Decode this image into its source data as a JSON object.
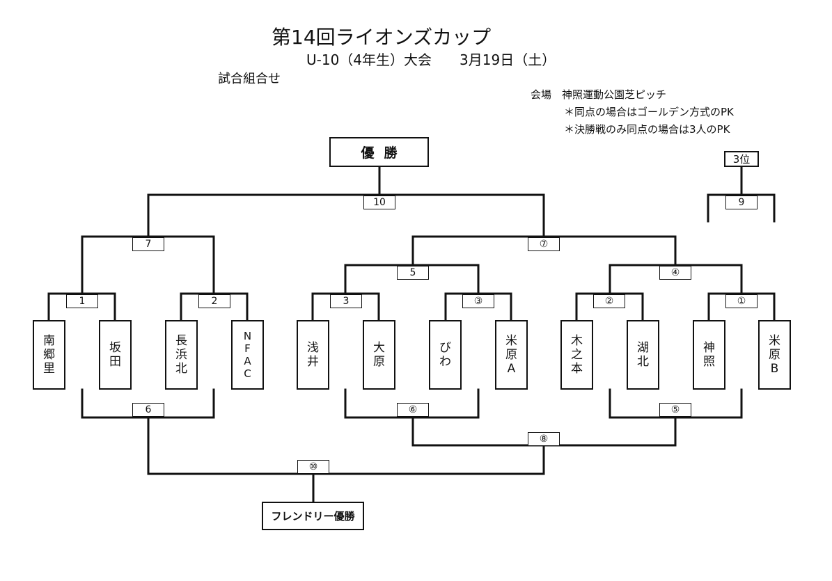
{
  "header": {
    "title": "第14回ライオンズカップ",
    "subtitle": "U-10（4年生）大会　　3月19日（土）",
    "heading": "試合組合せ"
  },
  "notes": {
    "venue": "会場　神照運動公園芝ピッチ",
    "rule1": "＊同点の場合はゴールデン方式のPK",
    "rule2": "＊決勝戦のみ同点の場合は3人のPK"
  },
  "boxes": {
    "champion": "優勝",
    "friendly_champion": "フレンドリー優勝",
    "third_place": "3位"
  },
  "teams": [
    {
      "id": "t1",
      "chars": [
        "南",
        "郷",
        "里"
      ]
    },
    {
      "id": "t2",
      "chars": [
        "坂",
        "田"
      ]
    },
    {
      "id": "t3",
      "chars": [
        "長",
        "浜",
        "北"
      ]
    },
    {
      "id": "t4",
      "chars": [
        "N",
        "F",
        "A",
        "C"
      ]
    },
    {
      "id": "t5",
      "chars": [
        "浅",
        "井"
      ]
    },
    {
      "id": "t6",
      "chars": [
        "大",
        "原"
      ]
    },
    {
      "id": "t7",
      "chars": [
        "び",
        "わ"
      ]
    },
    {
      "id": "t8",
      "chars": [
        "米",
        "原",
        "A"
      ]
    },
    {
      "id": "t9",
      "chars": [
        "木",
        "之",
        "本"
      ]
    },
    {
      "id": "t10",
      "chars": [
        "湖",
        "北"
      ]
    },
    {
      "id": "t11",
      "chars": [
        "神",
        "照"
      ]
    },
    {
      "id": "t12",
      "chars": [
        "米",
        "原",
        "B"
      ]
    }
  ],
  "matches": {
    "m1": "1",
    "m2": "2",
    "m3": "3",
    "m3c": "③",
    "m2c": "②",
    "m1c": "①",
    "m7": "7",
    "m5": "5",
    "m4c": "④",
    "m7c": "⑦",
    "m10": "10",
    "m9": "9",
    "m6": "6",
    "m6c": "⑥",
    "m5c": "⑤",
    "m8c": "⑧",
    "m10c": "⑩"
  },
  "colors": {
    "line": "#111111",
    "background": "#ffffff"
  }
}
